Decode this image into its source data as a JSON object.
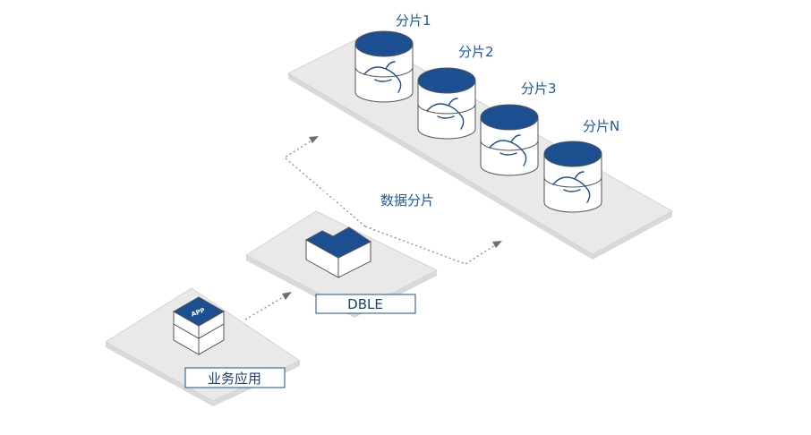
{
  "labels": {
    "app_box": "业务应用",
    "dble_box": "DBLE",
    "middle_label": "数据分片",
    "app_icon_text": "APP"
  },
  "shards": [
    {
      "label": "分片1"
    },
    {
      "label": "分片2"
    },
    {
      "label": "分片3"
    },
    {
      "label": "分片N"
    }
  ],
  "colors": {
    "accent": "#1c4f91",
    "label_text": "#1d5aa3",
    "platform": "#e9e9e9"
  },
  "icons": {
    "database": "mysql-dolphin-cylinder",
    "app": "stacked-cube",
    "dble": "blue-network-block"
  }
}
